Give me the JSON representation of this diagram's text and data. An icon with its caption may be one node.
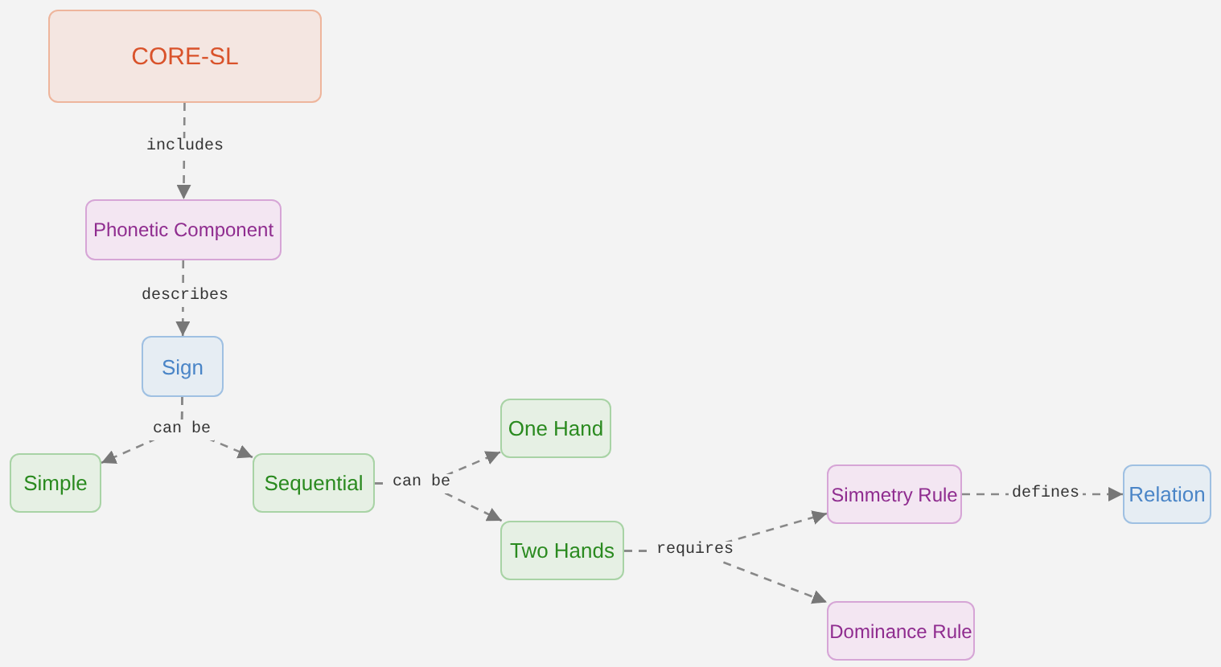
{
  "diagram": {
    "nodes": [
      {
        "text": [
          "CORE-SL"
        ]
      },
      {
        "text": [
          "Phonetic Component"
        ]
      },
      {
        "text": [
          "Sign"
        ]
      },
      {
        "text": [
          "Simple"
        ]
      },
      {
        "text": [
          "Sequential"
        ]
      },
      {
        "text": [
          "One Hand"
        ]
      },
      {
        "text": [
          "Two Hands"
        ]
      },
      {
        "text": [
          "Simmetry Rule"
        ]
      },
      {
        "text": [
          "Relation"
        ]
      },
      {
        "text": [
          "Dominance Rule"
        ]
      }
    ],
    "edges": [
      {
        "from": 0,
        "to": 1,
        "arrow": "to",
        "label": "includes"
      },
      {
        "from": 1,
        "to": 2,
        "arrow": "to",
        "label": "describes"
      },
      {
        "from": 2,
        "to": 3,
        "arrow": "to",
        "label": "can be"
      },
      {
        "from": 2,
        "to": 4,
        "arrow": "to"
      },
      {
        "from": 4,
        "to": 5,
        "arrow": "to",
        "label": "can be"
      },
      {
        "from": 4,
        "to": 6,
        "arrow": "to"
      },
      {
        "from": 6,
        "to": 7,
        "arrow": "to",
        "label": "requires"
      },
      {
        "from": 6,
        "to": 9,
        "arrow": "to"
      },
      {
        "from": 7,
        "to": 8,
        "arrow": "to",
        "label": "defines"
      }
    ]
  }
}
